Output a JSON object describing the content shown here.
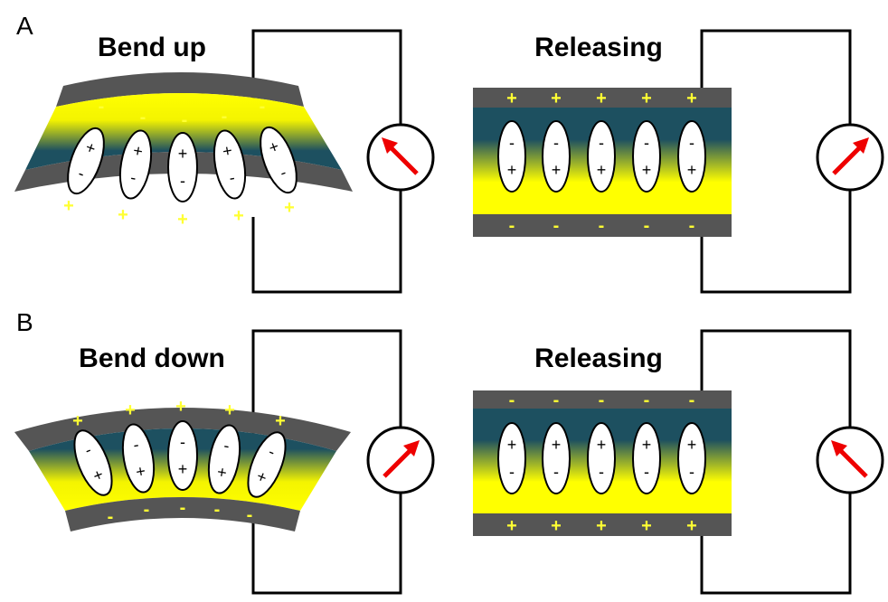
{
  "panels": [
    {
      "label": "A",
      "bend": {
        "title": "Bend up",
        "top_charge": "-",
        "bottom_charge": "+",
        "dipole_top": "+",
        "dipole_bottom": "-"
      },
      "release": {
        "title": "Releasing",
        "top_charge": "+",
        "bottom_charge": "-",
        "dipole_top": "-",
        "dipole_bottom": "+",
        "needle": "right"
      }
    },
    {
      "label": "B",
      "bend": {
        "title": "Bend down",
        "top_charge": "+",
        "bottom_charge": "-",
        "dipole_top": "-",
        "dipole_bottom": "+"
      },
      "release": {
        "title": "Releasing",
        "top_charge": "-",
        "bottom_charge": "+",
        "dipole_top": "+",
        "dipole_bottom": "-",
        "needle": "left"
      }
    }
  ],
  "colors": {
    "electrode": "#555555",
    "material_yellow": "#ffff00",
    "material_teal": "#1d5060",
    "charge": "#ffff33",
    "needle": "#ee0000"
  }
}
